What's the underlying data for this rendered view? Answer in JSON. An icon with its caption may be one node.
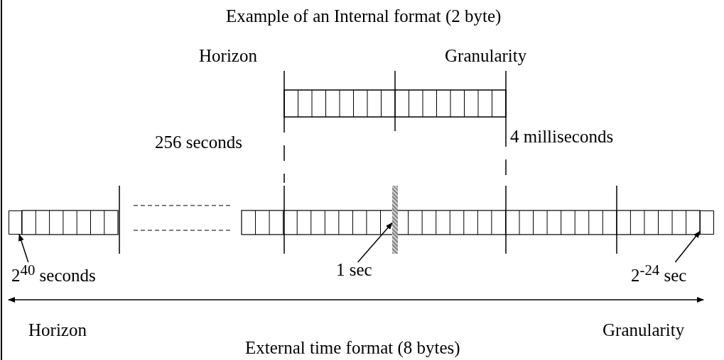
{
  "diagram": {
    "title": "Example of an Internal format (2 byte)",
    "caption": "External  time format (8 bytes)",
    "nodes": [
      {
        "text": [
          "2$^{40}$ seconds"
        ]
      },
      {
        "text": [],
        "shape": "box"
      },
      {
        "text": [
          "1 sec"
        ]
      },
      {
        "text": [],
        "shape": "bar"
      },
      {
        "text": [
          "2$^{-24}$ sec"
        ]
      },
      {
        "text": [],
        "shape": "box"
      }
    ],
    "edges": [
      {
        "from": 0,
        "to": 1,
        "arrow": "to"
      },
      {
        "from": 2,
        "to": 3,
        "arrow": "to"
      },
      {
        "from": 4,
        "to": 5,
        "arrow": "to"
      }
    ],
    "labels": [
      "Horizon",
      "Granularity",
      "256 seconds",
      "4 milliseconds",
      "Horizon",
      "Granularity"
    ]
  }
}
